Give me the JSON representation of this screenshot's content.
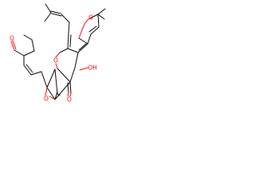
{
  "molecule": {
    "atoms": {
      "aldehyde_o": "O",
      "hydroxyl": "OH",
      "chromene_o": "O",
      "bridge_o": "O",
      "ketone_o": "O",
      "epoxy_o": "O"
    }
  },
  "colors": {
    "bond": "#000000",
    "heteroatom": "#ff0000",
    "background": "#ffffff"
  }
}
